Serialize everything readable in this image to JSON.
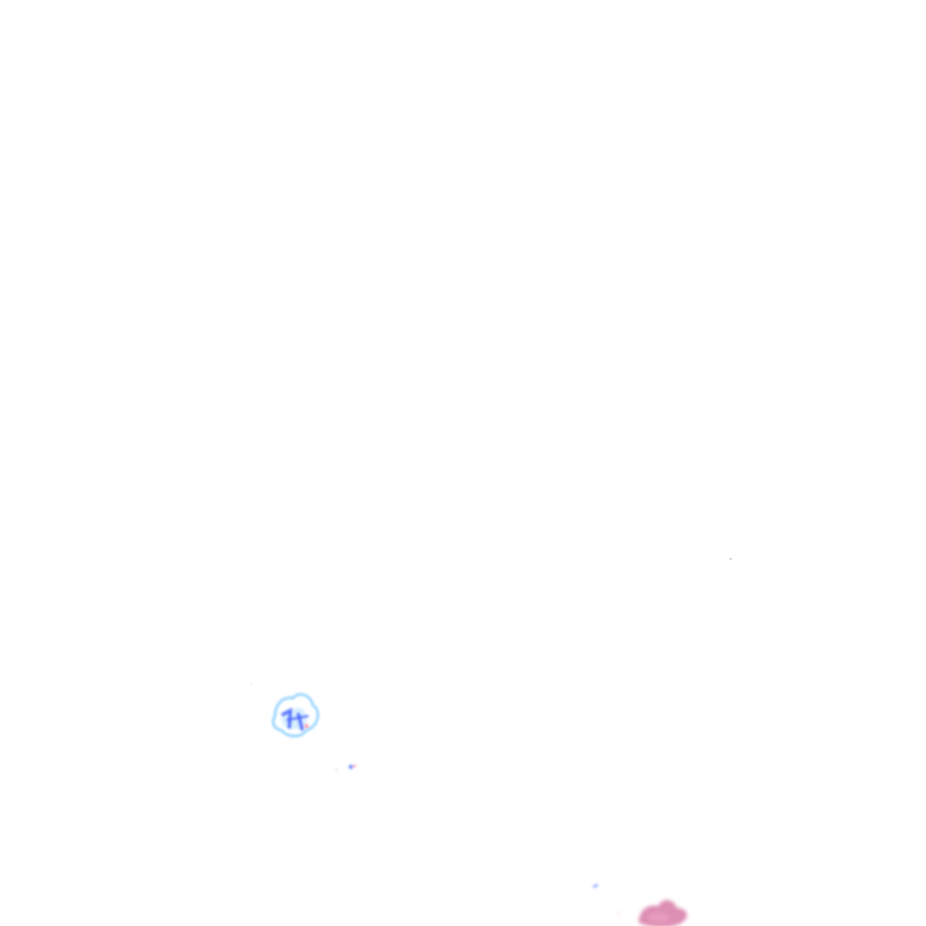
{
  "scene": {
    "background_color": "#ffffff",
    "marks": [
      {
        "name": "blue-blob",
        "color": "#4a63ff",
        "halo_color": "#8fd0ff"
      },
      {
        "name": "tiny-blue-red-fleck",
        "color": "#5a7cff",
        "accent_color": "#ff6b8a"
      },
      {
        "name": "tiny-blue-fleck",
        "color": "#8aa6ff"
      },
      {
        "name": "pink-blob",
        "color": "#d67aa6",
        "highlight_color": "#f0a6c6"
      },
      {
        "name": "tiny-gray-speck",
        "color": "#bfc6cc"
      }
    ]
  }
}
